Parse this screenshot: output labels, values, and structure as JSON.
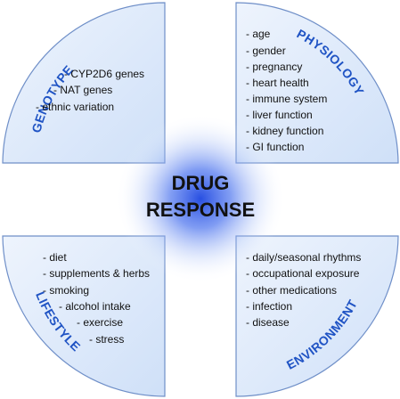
{
  "center": {
    "line1": "DRUG",
    "line2": "RESPONSE"
  },
  "quadrants": {
    "genotype": {
      "label": "GENOTYPE",
      "items": [
        "- CYP2D6 genes",
        "- NAT genes",
        "- ethnic variation"
      ]
    },
    "physiology": {
      "label": "PHYSIOLOGY",
      "items": [
        "- age",
        "- gender",
        "- pregnancy",
        "- heart health",
        "- immune system",
        "- liver function",
        "- kidney function",
        "- GI function"
      ]
    },
    "lifestyle": {
      "label": "LIFESTYLE",
      "items": [
        "- diet",
        "- supplements & herbs",
        "- smoking",
        "- alcohol intake",
        "- exercise",
        "- stress"
      ]
    },
    "environment": {
      "label": "ENVIRONMENT",
      "items": [
        "- daily/seasonal rhythms",
        "- occupational exposure",
        "- other medications",
        "- infection",
        "- disease"
      ]
    }
  },
  "colors": {
    "quadrant_fill": "#dce9fb",
    "quadrant_stroke": "#6f8fc8",
    "label": "#1f53c4",
    "glow": "#1d46e0"
  }
}
